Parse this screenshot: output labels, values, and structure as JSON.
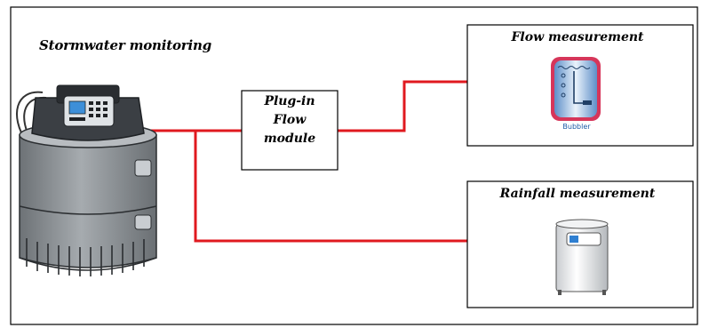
{
  "diagram": {
    "title": "Stormwater monitoring",
    "plugin_module": {
      "lines": [
        "Plug-in",
        "Flow",
        "module"
      ]
    },
    "flow_box": {
      "title": "Flow measurement",
      "device_caption": "Bubbler"
    },
    "rain_box": {
      "title": "Rainfall measurement"
    },
    "colors": {
      "connector": "#e0191f",
      "frame": "#000000",
      "sampler_body": "#8f9498",
      "sampler_lid": "#3b3f44",
      "bubbler_border": "#d6365a",
      "bubbler_fill": "#9fc3e8",
      "gauge_indicator": "#2f7fd1"
    },
    "icons": [
      "sampler-icon",
      "bubbler-icon",
      "rain-gauge-icon"
    ]
  }
}
